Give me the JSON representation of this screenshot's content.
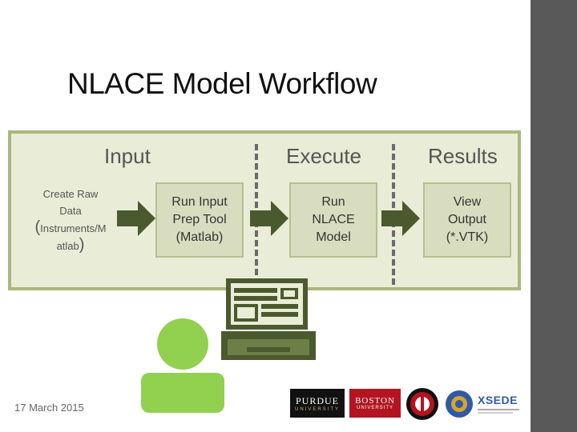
{
  "slide": {
    "title": "NLACE Model Workflow",
    "date": "17 March 2015"
  },
  "columns": {
    "input": "Input",
    "execute": "Execute",
    "results": "Results"
  },
  "input_data": {
    "line1": "Create Raw",
    "line2": "Data",
    "line3_paren_open": "(",
    "line3": "Instruments/M",
    "line4": "atlab",
    "line4_paren_close": ")"
  },
  "steps": [
    {
      "line1": "Run Input",
      "line2": "Prep Tool",
      "line3": "(Matlab)"
    },
    {
      "line1": "Run",
      "line2": "NLACE",
      "line3": "Model"
    },
    {
      "line1": "View",
      "line2": "Output",
      "line3": "(*.VTK)"
    }
  ],
  "logos": {
    "purdue": "PURDUE",
    "purdue_sub": "UNIVERSITY",
    "boston": "BOSTON",
    "boston_sub": "UNIVERSITY",
    "xsede": "XSEDE"
  },
  "colors": {
    "panel_fill": "#e9ecd6",
    "panel_border": "#a9b87c",
    "arrow": "#4a5a2e",
    "person": "#92d050",
    "laptop": "#4a5a2e",
    "right_bar": "#595959"
  },
  "icons": [
    "arrow-right-icon",
    "person-icon",
    "laptop-icon"
  ]
}
